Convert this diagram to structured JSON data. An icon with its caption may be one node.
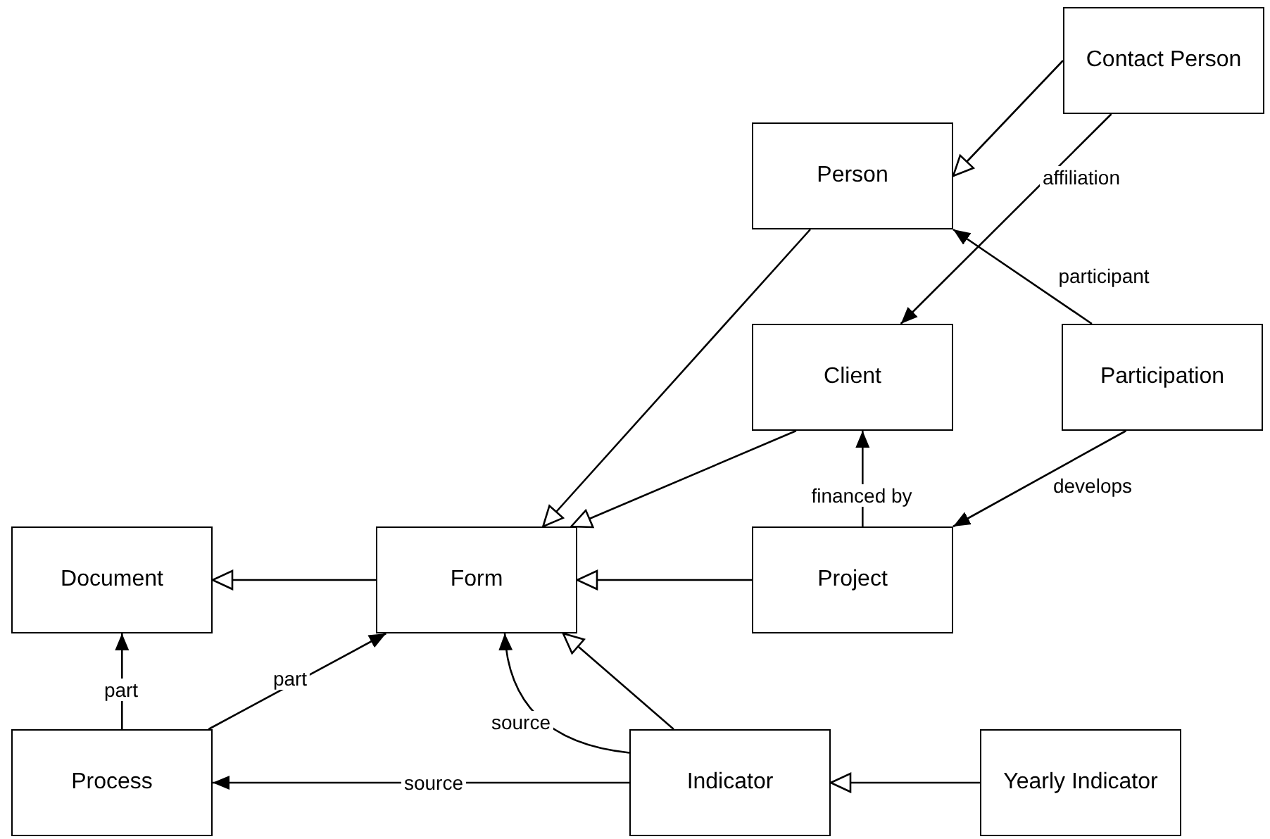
{
  "diagram": {
    "nodes": [
      {
        "text": [
          "Contact Person"
        ]
      },
      {
        "text": [
          "Person"
        ]
      },
      {
        "text": [
          "Client"
        ]
      },
      {
        "text": [
          "Participation"
        ]
      },
      {
        "text": [
          "Document"
        ]
      },
      {
        "text": [
          "Form"
        ]
      },
      {
        "text": [
          "Project"
        ]
      },
      {
        "text": [
          "Process"
        ]
      },
      {
        "text": [
          "Indicator"
        ]
      },
      {
        "text": [
          "Yearly Indicator"
        ]
      }
    ],
    "edges": [
      {
        "from": 0,
        "to": 1,
        "arrow": "to"
      },
      {
        "from": 0,
        "to": 2,
        "arrow": "to",
        "label": "affiliation"
      },
      {
        "from": 3,
        "to": 1,
        "arrow": "to",
        "label": "participant"
      },
      {
        "from": 1,
        "to": 5,
        "arrow": "to"
      },
      {
        "from": 2,
        "to": 5,
        "arrow": "to"
      },
      {
        "from": 6,
        "to": 2,
        "arrow": "to",
        "label": "financed by"
      },
      {
        "from": 3,
        "to": 6,
        "arrow": "to",
        "label": "develops"
      },
      {
        "from": 5,
        "to": 4,
        "arrow": "to"
      },
      {
        "from": 6,
        "to": 5,
        "arrow": "to"
      },
      {
        "from": 7,
        "to": 4,
        "arrow": "to",
        "label": "part"
      },
      {
        "from": 7,
        "to": 5,
        "arrow": "to",
        "label": "part"
      },
      {
        "from": 8,
        "to": 5,
        "arrow": "to",
        "label": "source"
      },
      {
        "from": 8,
        "to": 5,
        "arrow": "to"
      },
      {
        "from": 8,
        "to": 7,
        "arrow": "to",
        "label": "source"
      },
      {
        "from": 9,
        "to": 8,
        "arrow": "to"
      }
    ]
  }
}
